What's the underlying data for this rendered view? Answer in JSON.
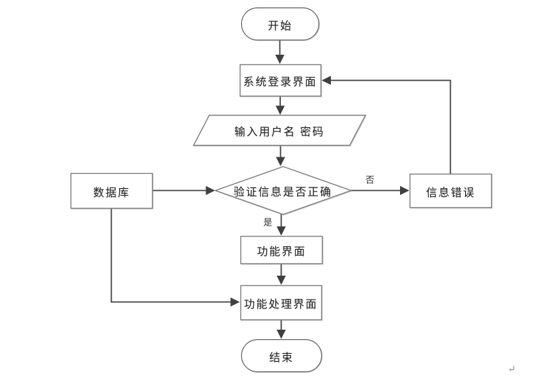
{
  "diagram": {
    "type": "flowchart",
    "nodes": {
      "start": {
        "label": "开始",
        "shape": "terminator"
      },
      "login": {
        "label": "系统登录界面",
        "shape": "process"
      },
      "input": {
        "label": "输入用户名 密码",
        "shape": "input-output"
      },
      "verify": {
        "label": "验证信息是否正确",
        "shape": "decision"
      },
      "database": {
        "label": "数据库",
        "shape": "process"
      },
      "error": {
        "label": "信息错误",
        "shape": "process"
      },
      "func": {
        "label": "功能界面",
        "shape": "process"
      },
      "process": {
        "label": "功能处理界面",
        "shape": "process"
      },
      "end": {
        "label": "结束",
        "shape": "terminator"
      }
    },
    "edge_labels": {
      "yes": "是",
      "no": "否"
    },
    "edges": [
      {
        "from": "start",
        "to": "login",
        "label": ""
      },
      {
        "from": "login",
        "to": "input",
        "label": ""
      },
      {
        "from": "input",
        "to": "verify",
        "label": ""
      },
      {
        "from": "verify",
        "to": "error",
        "label": "否"
      },
      {
        "from": "error",
        "to": "login",
        "label": ""
      },
      {
        "from": "verify",
        "to": "func",
        "label": "是"
      },
      {
        "from": "func",
        "to": "process",
        "label": ""
      },
      {
        "from": "process",
        "to": "end",
        "label": ""
      },
      {
        "from": "database",
        "to": "verify",
        "label": ""
      },
      {
        "from": "database",
        "to": "process",
        "label": ""
      }
    ],
    "paragraph_mark": "↵",
    "colors": {
      "line": "#3f3f3f",
      "border": "#7a7a7a",
      "text": "#1f1f1f",
      "background": "#ffffff"
    }
  }
}
